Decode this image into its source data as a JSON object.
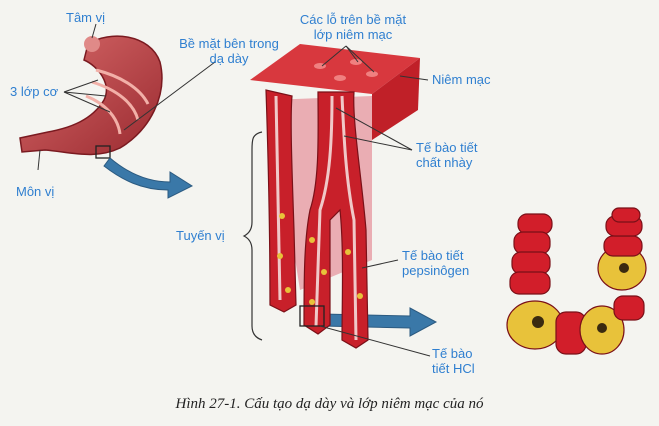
{
  "labels": {
    "tam_vi": "Tâm vị",
    "be_mat_ben_trong_l1": "Bề mặt bên trong",
    "be_mat_ben_trong_l2": "dạ dày",
    "cac_lo_l1": "Các lỗ trên bề mặt",
    "cac_lo_l2": "lớp niêm mạc",
    "niem_mac": "Niêm mạc",
    "ba_lop_co": "3 lớp cơ",
    "mon_vi": "Môn vị",
    "te_bao_nhay_l1": "Tế bào tiết",
    "te_bao_nhay_l2": "chất nhày",
    "tuyen_vi": "Tuyến vị",
    "te_bao_pepsin_l1": "Tế bào tiết",
    "te_bao_pepsin_l2": "pepsinôgen",
    "te_bao_hcl_l1": "Tế bào",
    "te_bao_hcl_l2": "tiết HCl"
  },
  "caption": "Hình 27-1. Cấu tạo dạ dày và lớp niêm mạc của nó",
  "colors": {
    "label_blue": "#2f7fd0",
    "arrow_blue": "#3a78a8",
    "tissue_red": "#c8202a",
    "mucosa_pink": "#e8a0a8",
    "cell_yellow": "#e8c23a"
  }
}
